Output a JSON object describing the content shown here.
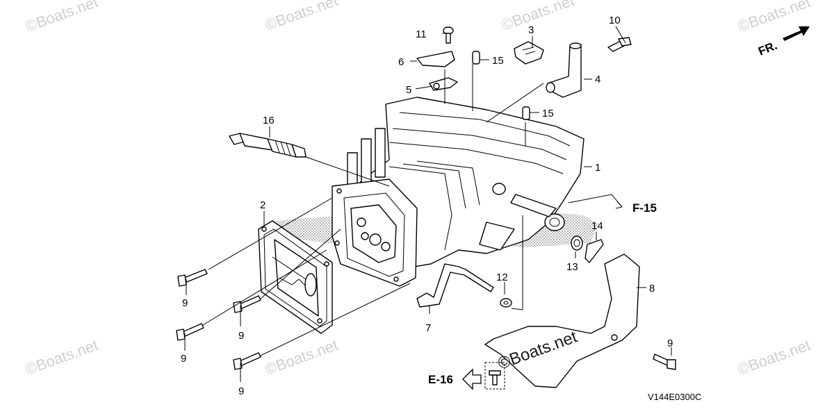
{
  "diagram": {
    "orientation_label": "FR.",
    "drawing_code": "V144E0300C",
    "watermark": "©Boats.net",
    "callouts": [
      "1",
      "2",
      "3",
      "4",
      "5",
      "6",
      "7",
      "8",
      "9",
      "9",
      "9",
      "9",
      "9",
      "10",
      "11",
      "12",
      "13",
      "14",
      "15",
      "15",
      "16"
    ],
    "references": [
      "F-15",
      "E-16"
    ]
  }
}
